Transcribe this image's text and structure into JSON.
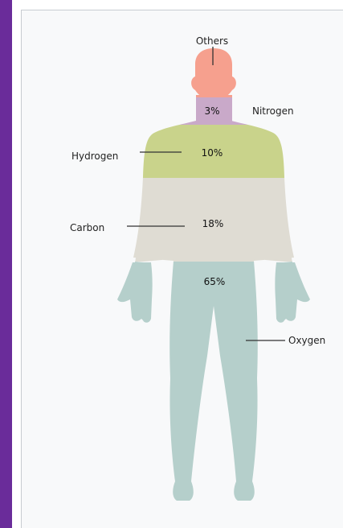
{
  "colors": {
    "sidebar": "#6a2c9a",
    "head": "#f6a08e",
    "neck": "#c9a9c9",
    "chest": "#c9d38b",
    "abdomen": "#dfdcd3",
    "lower": "#b5cfcb",
    "outline": "#9a9a9a",
    "leader": "#333333"
  },
  "labels": {
    "others": "Others",
    "nitrogen": "Nitrogen",
    "hydrogen": "Hydrogen",
    "carbon": "Carbon",
    "oxygen": "Oxygen"
  },
  "percentages": {
    "nitrogen": "3%",
    "hydrogen": "10%",
    "carbon": "18%",
    "oxygen": "65%"
  }
}
